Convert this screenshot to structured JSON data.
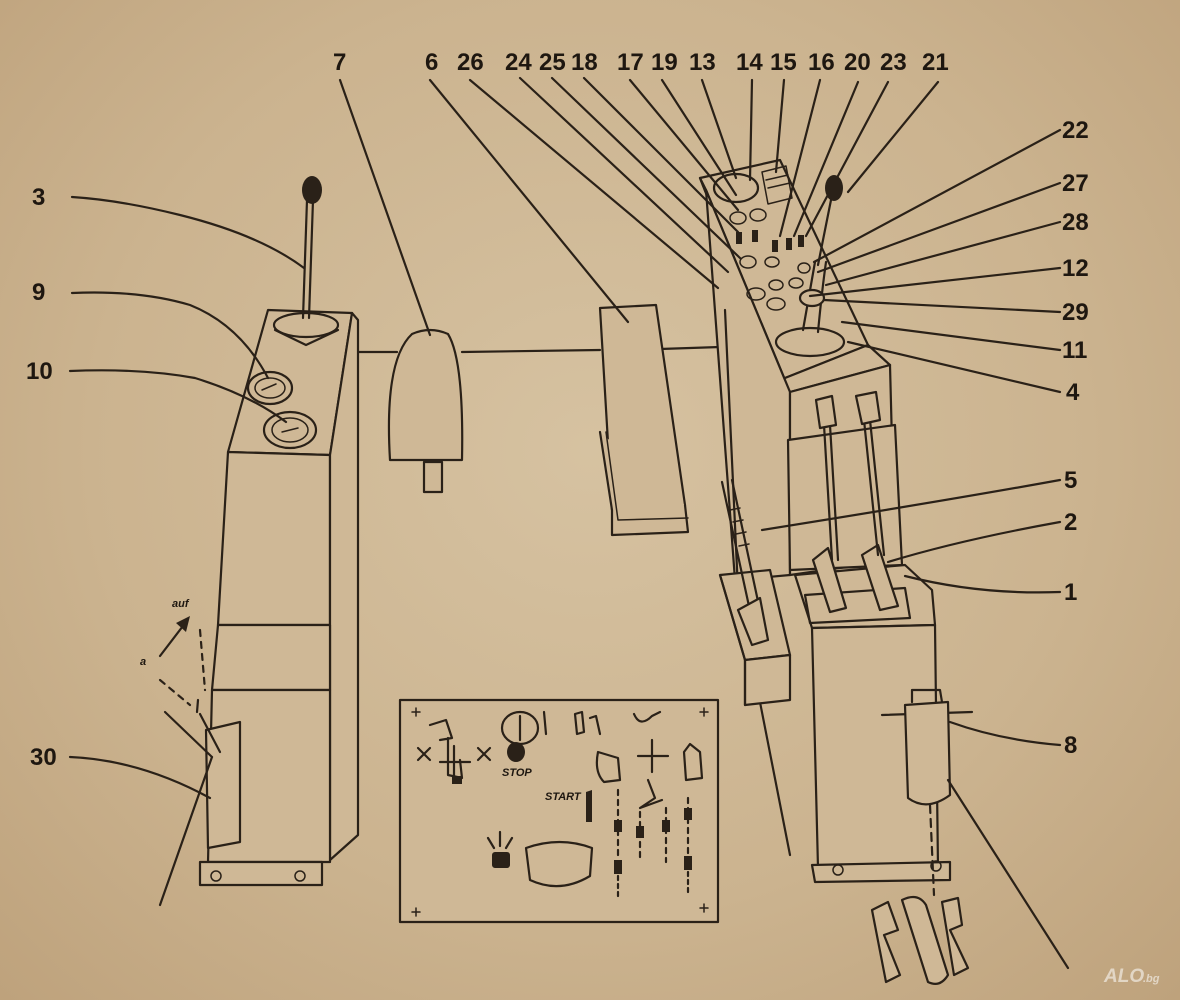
{
  "callouts": {
    "n1": "1",
    "n2": "2",
    "n3": "3",
    "n4": "4",
    "n5": "5",
    "n6": "6",
    "n7": "7",
    "n8": "8",
    "n9": "9",
    "n10": "10",
    "n11": "11",
    "n12": "12",
    "n13": "13",
    "n14": "14",
    "n15": "15",
    "n16": "16",
    "n17": "17",
    "n18": "18",
    "n19": "19",
    "n20": "20",
    "n21": "21",
    "n22": "22",
    "n23": "23",
    "n24": "24",
    "n25": "25",
    "n26": "26",
    "n27": "27",
    "n28": "28",
    "n29": "29",
    "n30": "30"
  },
  "lever_labels": {
    "auf": "auf",
    "a": "a"
  },
  "panel_labels": {
    "stop": "STOP",
    "start": "START"
  },
  "watermark": {
    "main": "ALO",
    "sub": ".bg"
  },
  "colors": {
    "paper": "#cdb694",
    "ink": "#2a2118"
  },
  "icons": [
    "dome-pedal",
    "flat-pedal",
    "joystick-lever",
    "round-gauge",
    "hand-lever",
    "oil-filter",
    "control-symbol-plate"
  ]
}
